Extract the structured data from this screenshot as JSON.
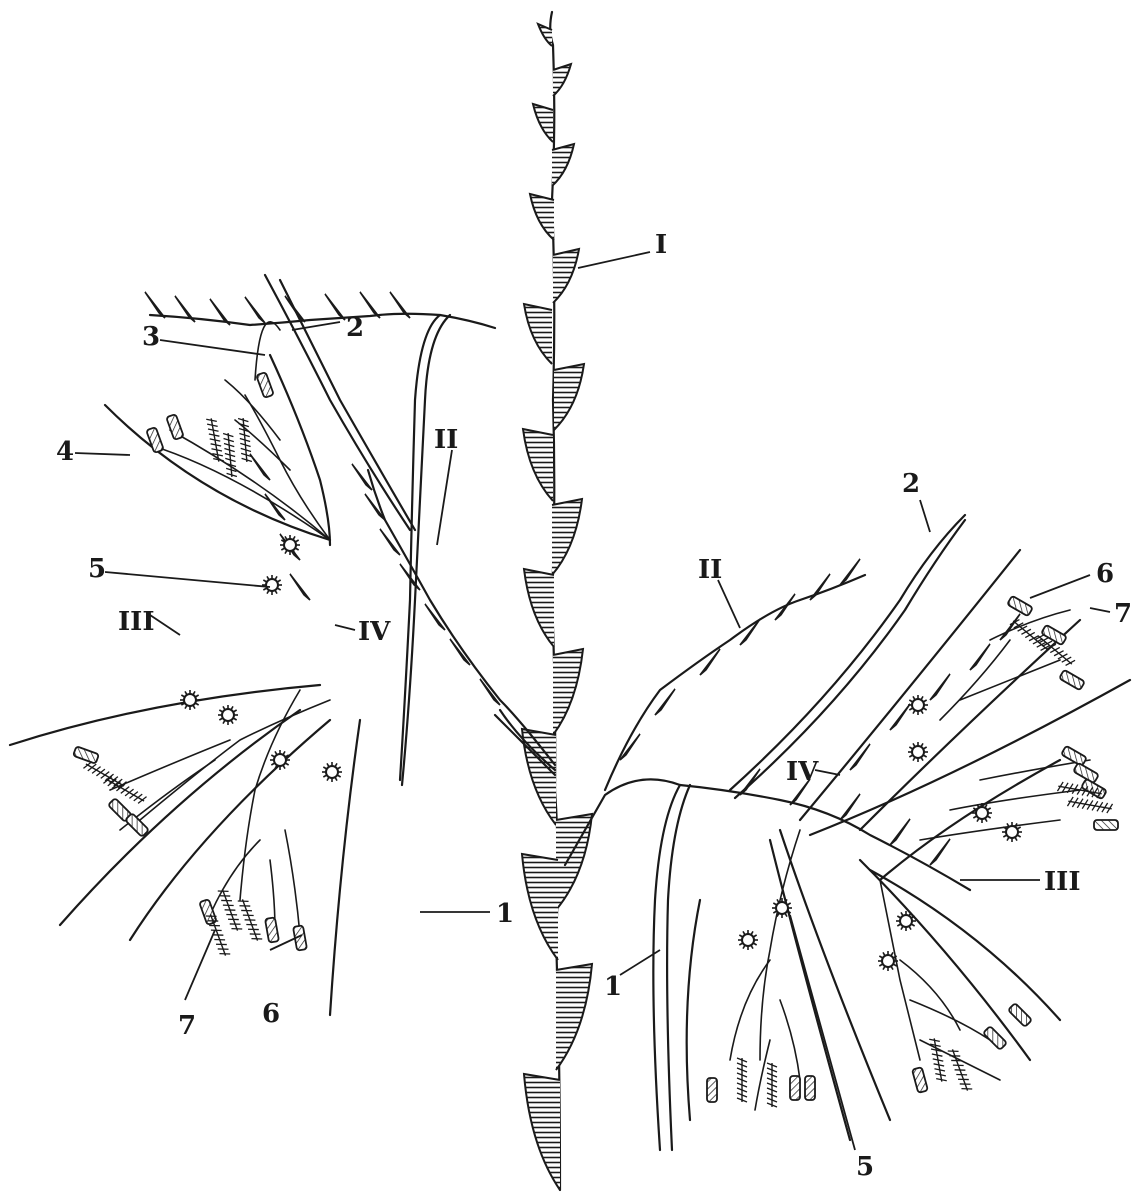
{
  "labels": {
    "axis_I": "I",
    "axis_II": "II",
    "axis_III": "III",
    "axis_IV": "IV",
    "n1": "1",
    "n2": "2",
    "n3": "3",
    "n4": "4",
    "n5": "5",
    "n6": "6",
    "n7": "7"
  },
  "colors": {
    "ink": "#1a1a1a",
    "fill_grey": "#a8a8a8",
    "paper": "#ffffff"
  }
}
